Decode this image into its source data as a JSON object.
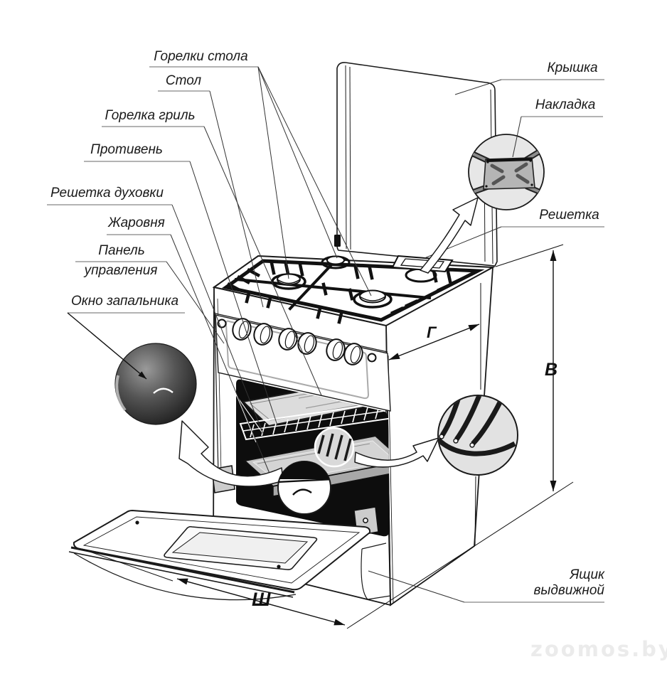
{
  "diagram": {
    "type": "gas-stove-parts-diagram",
    "labels": {
      "burners": "Горелки стола",
      "table": "Стол",
      "grill_burner": "Горелка гриль",
      "baking_tray": "Противень",
      "oven_rack": "Решетка духовки",
      "roasting_pan": "Жаровня",
      "control_panel_1": "Панель",
      "control_panel_2": "управления",
      "igniter_window": "Окно запальника",
      "lid": "Крышка",
      "trim_plate": "Накладка",
      "grate": "Решетка",
      "drawer_1": "Ящик",
      "drawer_2": "выдвижной"
    },
    "dimensions": {
      "height": "В",
      "depth": "Г",
      "width": "Ш"
    },
    "watermark": "zoomos.by",
    "colors": {
      "background": "#ffffff",
      "line": "#1a1a1a",
      "underline": "#999999",
      "inset_fill": "#e7e7e7",
      "oven_cavity": "#0d0d0d",
      "watermark": "#ebebeb"
    }
  }
}
